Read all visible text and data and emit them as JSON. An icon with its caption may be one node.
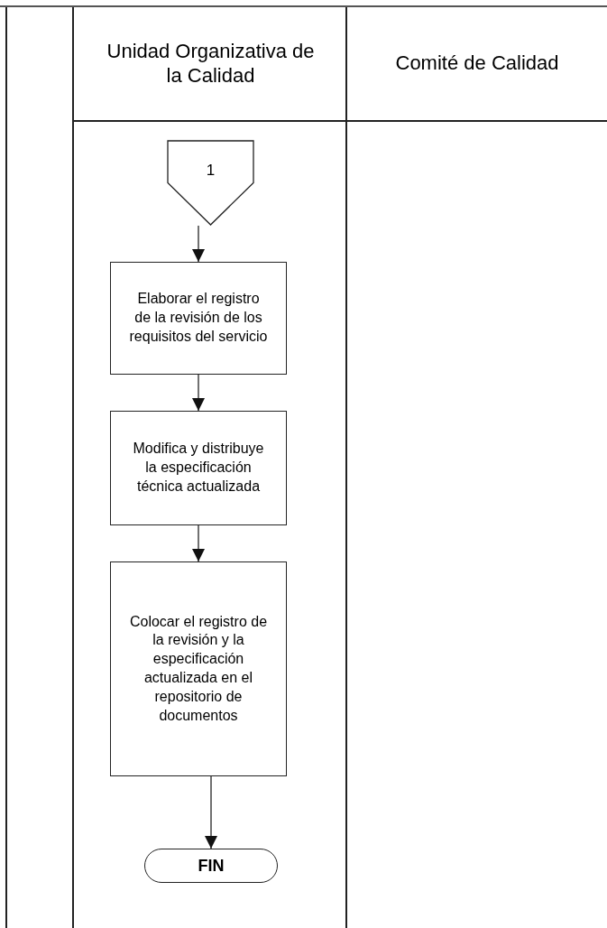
{
  "diagram": {
    "nodes": [
      {
        "text": [
          "Unidad Organizativa de la Calidad"
        ]
      },
      {
        "text": [
          "Comité de Calidad"
        ]
      },
      {
        "text": [
          "1"
        ],
        "in": 0
      },
      {
        "text": [
          "Elaborar el registro de la revisión de los requisitos del servicio"
        ],
        "in": 0
      },
      {
        "text": [
          "Modifica y distribuye la especificación técnica actualizada"
        ],
        "in": 0
      },
      {
        "text": [
          "Colocar el registro de la revisión y la especificación actualizada en el repositorio de documentos"
        ],
        "in": 0
      },
      {
        "text": [
          "FIN"
        ],
        "in": 0
      }
    ],
    "edges": [
      {
        "from": 2,
        "to": 3,
        "arrow": "to"
      },
      {
        "from": 3,
        "to": 4,
        "arrow": "to"
      },
      {
        "from": 4,
        "to": 5,
        "arrow": "to"
      },
      {
        "from": 5,
        "to": 6,
        "arrow": "to"
      }
    ]
  }
}
